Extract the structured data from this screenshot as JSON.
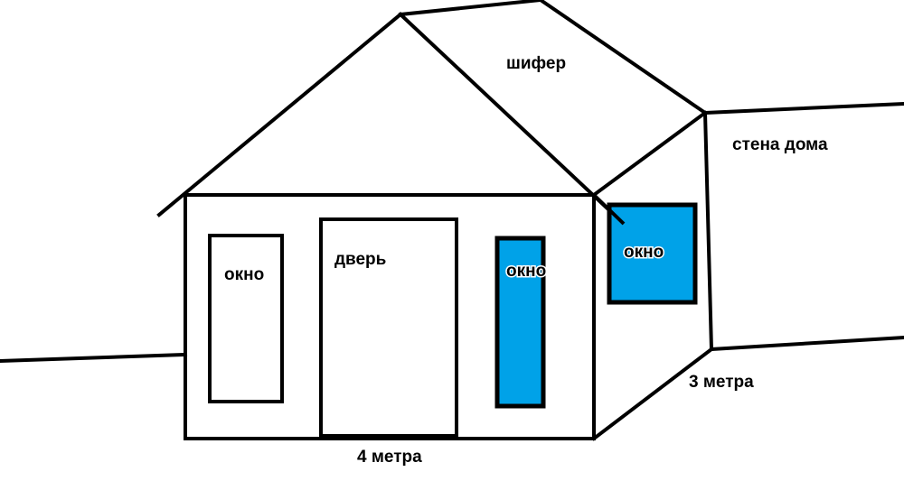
{
  "colors": {
    "line": "#000000",
    "window_fill": "#00a2e8",
    "background": "#ffffff"
  },
  "labels": {
    "roof": "шифер",
    "house_wall": "стена дома",
    "window_left": "окно",
    "door": "дверь",
    "window_blue_front": "окно",
    "window_side": "окно",
    "side_length": "3 метра",
    "front_length": "4 метра"
  }
}
